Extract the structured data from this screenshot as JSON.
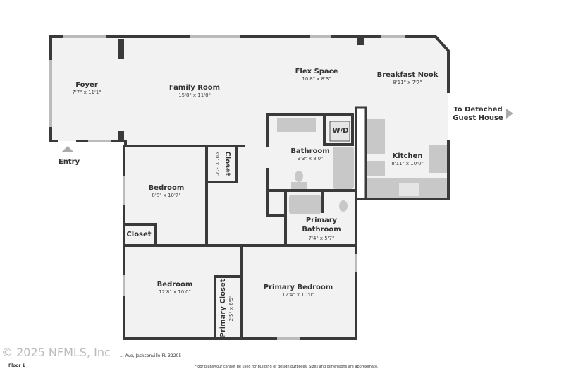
{
  "rooms": [
    {
      "name": "Foyer",
      "dims": "7'7\" x 11'1\""
    },
    {
      "name": "Family Room",
      "dims": "15'8\" x 11'8\""
    },
    {
      "name": "Flex Space",
      "dims": "10'8\" x 8'3\""
    },
    {
      "name": "Breakfast Nook",
      "dims": "8'11\" x 7'7\""
    },
    {
      "name": "Kitchen",
      "dims": "8'11\" x 10'0\""
    },
    {
      "name": "Bathroom",
      "dims": "9'3\" x 8'0\""
    },
    {
      "name": "Closet",
      "dims": "3'0\" x 3'7\""
    },
    {
      "name": "Bedroom",
      "dims": "8'8\" x 10'7\""
    },
    {
      "name": "Closet",
      "dims": ""
    },
    {
      "name": "Primary Bathroom",
      "dims": "7'4\" x 5'7\""
    },
    {
      "name": "Bedroom",
      "dims": "12'8\" x 10'0\""
    },
    {
      "name": "Primary Closet",
      "dims": "2'5\" x 6'5\""
    },
    {
      "name": "Primary Bedroom",
      "dims": "12'4\" x 10'0\""
    }
  ],
  "labels": {
    "wd": "W/D",
    "entry": "Entry",
    "guest_1": "To Detached",
    "guest_2": "Guest House"
  },
  "footer": {
    "floor": "Floor 1",
    "disclaimer": "Floor plans/tour cannot be used for building or design purposes. Sizes and dimensions are approximate.",
    "address": "... Ave, Jacksonville FL 32205",
    "watermark": "© 2025 NFMLS, Inc"
  },
  "colors": {
    "wall": "#3a3a3a",
    "floor": "#f2f2f2",
    "fixture": "#c8c8c8"
  }
}
